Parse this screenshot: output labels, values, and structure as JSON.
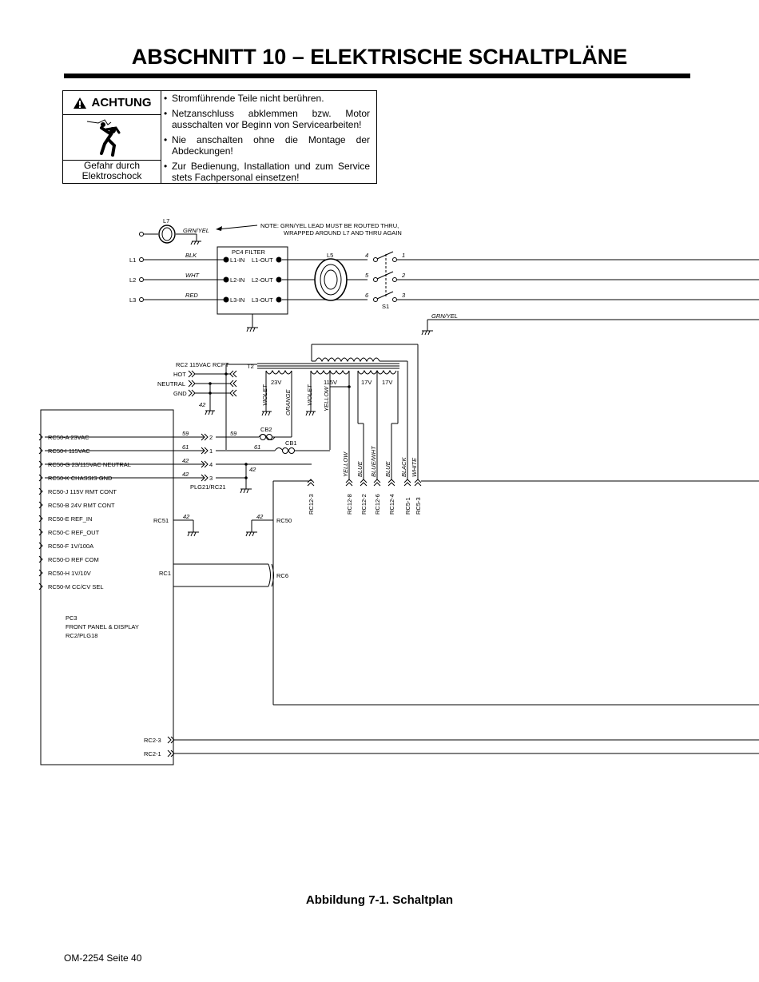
{
  "title": "ABSCHNITT 10 – ELEKTRISCHE SCHALTPLÄNE",
  "warning": {
    "heading": "ACHTUNG",
    "hazard": "Gefahr durch Elektroschock",
    "items": [
      "Stromführende Teile nicht berühren.",
      "Netzanschluss abklemmen bzw. Motor ausschalten vor Beginn von Servicearbeiten!",
      "Nie anschalten ohne die Montage der Abdeckungen!",
      "Zur Bedienung, Installation und zum Service stets Fachpersonal einsetzen!"
    ]
  },
  "schematic": {
    "note_line1": "NOTE: GRN/YEL LEAD MUST BE ROUTED THRU,",
    "note_line2": "WRAPPED AROUND L7 AND THRU AGAIN",
    "inductor_l7": "L7",
    "grn_yel": "GRN/YEL",
    "lines": [
      "L1",
      "L2",
      "L3"
    ],
    "wire_colors": [
      "BLK",
      "WHT",
      "RED"
    ],
    "filter_title": "PC4 FILTER",
    "filter_in": [
      "L1-IN",
      "L2-IN",
      "L3-IN"
    ],
    "filter_out": [
      "L1-OUT",
      "L2-OUT",
      "L3-OUT"
    ],
    "l5": "L5",
    "switch": "S1",
    "switch_in": [
      "4",
      "5",
      "6"
    ],
    "switch_out": [
      "1",
      "2",
      "3"
    ],
    "grn_yel_2": "GRN/YEL",
    "t2": "T2",
    "rc2_label": "RC2 115VAC RCPT",
    "rc2_pins": [
      "HOT",
      "NEUTRAL",
      "GND"
    ],
    "w42": "42",
    "sec_23v": "23V",
    "sec_115v": "115V",
    "sec_17v_a": "17V",
    "sec_17v_b": "17V",
    "lead_violet_1": "VIOLET",
    "lead_orange": "ORANGE",
    "lead_violet_2": "VIOLET",
    "lead_yellow": "YELLOW",
    "rc50_pins": [
      "RC50-A  23VAC",
      "RC50-I  115VAC",
      "RC50-G  23/115VAC  NEUTRAL",
      "RC50-K  CHASSIS  GND",
      "RC50-J  115V RMT CONT",
      "RC50-B  24V RMT CONT",
      "RC50-E  REF_IN",
      "RC50-C  REF_OUT",
      "RC50-F  1V/100A",
      "RC50-D  REF COM",
      "RC50-H  1V/10V",
      "RC50-M  CC/CV SEL"
    ],
    "wires_59_61": [
      "59",
      "61",
      "42",
      "42"
    ],
    "plg_pins": [
      "2",
      "1",
      "4",
      "3"
    ],
    "wire59b": "59",
    "wire61b": "61",
    "wire42c": "42",
    "cb2": "CB2",
    "cb1": "CB1",
    "plg21": "PLG21/RC21",
    "conn_leads": [
      "YELLOW",
      "BLUE",
      "BLUE/WHT",
      "BLUE",
      "BLACK",
      "WHITE"
    ],
    "conn_labels": [
      "RC12-3",
      "RC12-8",
      "RC12-2",
      "RC12-6",
      "RC12-4",
      "RC5-1",
      "RC5-3"
    ],
    "rc51": "RC51",
    "rc50": "RC50",
    "w42_rc51": "42",
    "w42_rc50": "42",
    "rc1": "RC1",
    "rc6": "RC6",
    "pc3_line1": "PC3",
    "pc3_line2": "FRONT PANEL & DISPLAY",
    "pc3_line3": "RC2/PLG18",
    "rc2_3": "RC2-3",
    "rc2_1": "RC2-1"
  },
  "caption": "Abbildung 7-1. Schaltplan",
  "footer": "OM-2254 Seite 40"
}
